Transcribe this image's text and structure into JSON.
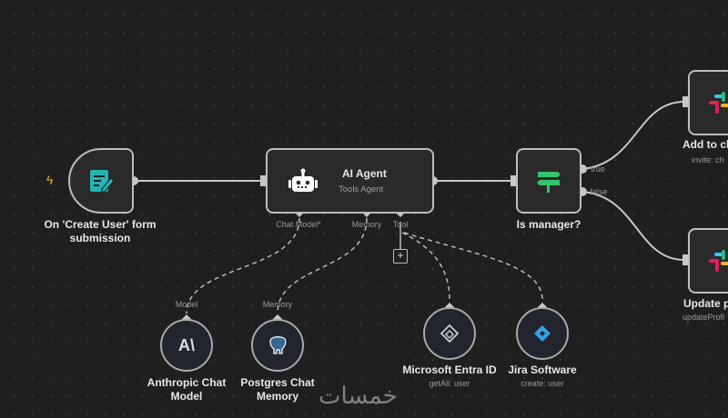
{
  "nodes": {
    "trigger": {
      "label_line1": "On 'Create User' form",
      "label_line2": "submission",
      "icon": "form-icon"
    },
    "agent": {
      "title": "AI Agent",
      "subtitle": "Tools Agent",
      "icon": "robot-icon",
      "handles": {
        "chat_model": "Chat Model*",
        "memory": "Memory",
        "tool": "Tool"
      }
    },
    "if": {
      "label": "Is manager?",
      "true_label": "true",
      "false_label": "false",
      "icon": "signpost-icon"
    },
    "slack_add": {
      "label": "Add to ch",
      "subtitle": "invite: ch",
      "icon": "slack-icon"
    },
    "slack_update": {
      "label": "Update p",
      "subtitle": "updateProfi",
      "icon": "slack-icon"
    },
    "anthropic": {
      "handle_label": "Model",
      "label_line1": "Anthropic Chat",
      "label_line2": "Model",
      "icon_text": "A\\"
    },
    "postgres": {
      "handle_label": "Memory",
      "label_line1": "Postgres Chat",
      "label_line2": "Memory",
      "icon": "postgres-elephant-icon"
    },
    "entra": {
      "label": "Microsoft Entra ID",
      "subtitle": "getAll: user",
      "icon": "entra-diamond-icon"
    },
    "jira": {
      "label": "Jira Software",
      "subtitle": "create: user",
      "icon": "jira-icon"
    }
  },
  "add_tool_button": "+",
  "watermark": "خمسات",
  "colors": {
    "canvas": "#1f1f1f",
    "node": "#2a2a2a",
    "border": "#bdbdbd",
    "form": "#26b3b3",
    "if_green": "#35c46a",
    "jira": "#2ea3e6"
  }
}
